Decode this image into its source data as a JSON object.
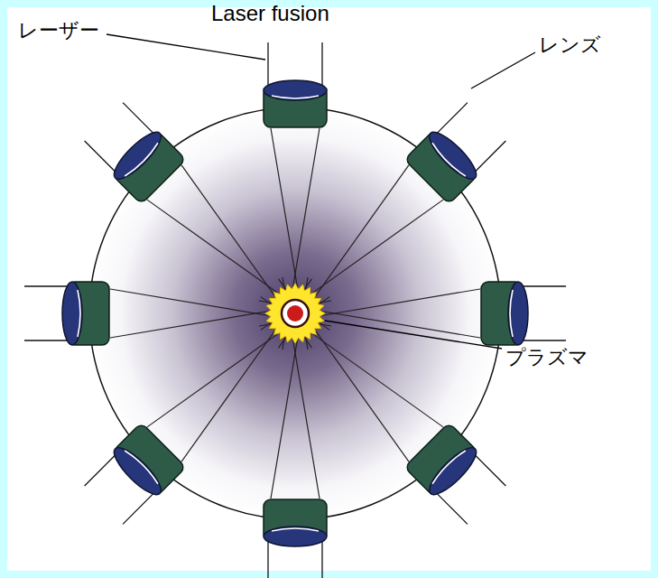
{
  "diagram": {
    "title": "Laser fusion",
    "labels": [
      "レーザー",
      "レンズ",
      "プラズマ"
    ]
  }
}
